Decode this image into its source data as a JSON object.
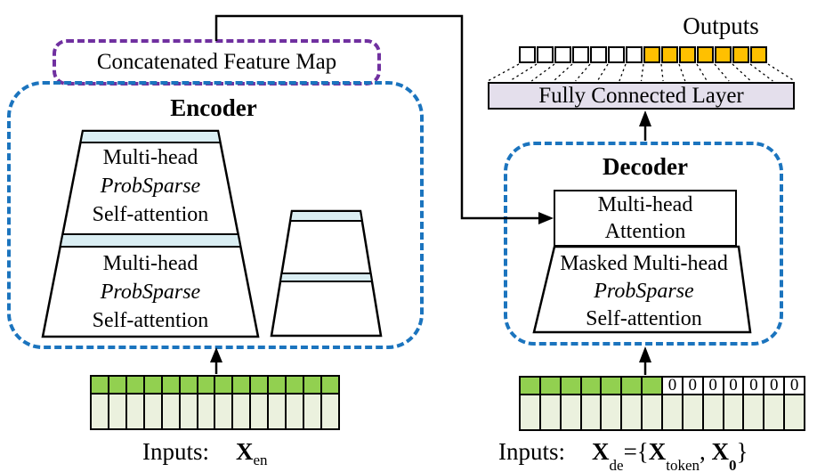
{
  "colors": {
    "green": "#92d050",
    "pale_green": "#ebf1de",
    "light_blue": "#daeef3",
    "lavender": "#e4dfec",
    "orange": "#ffc000",
    "blue_dash": "#1b74be",
    "purple_dash": "#7030a0"
  },
  "concat": {
    "label": "Concatenated Feature Map"
  },
  "encoder": {
    "title": "Encoder",
    "stack1": {
      "line1": "Multi-head",
      "line2": "ProbSparse",
      "line3": "Self-attention"
    },
    "stack2": {
      "line1": "Multi-head",
      "line2": "ProbSparse",
      "line3": "Self-attention"
    }
  },
  "decoder": {
    "title": "Decoder",
    "attention": {
      "line1": "Multi-head",
      "line2": "Attention"
    },
    "masked": {
      "line1": "Masked Multi-head",
      "line2": "ProbSparse",
      "line3": "Self-attention"
    }
  },
  "output": {
    "label": "Outputs",
    "fc_label": "Fully Connected Layer",
    "white_cells": 7,
    "orange_cells": 7
  },
  "encoder_input": {
    "label": "Inputs:",
    "symbol": "X",
    "subscript": "en",
    "columns": 14
  },
  "decoder_input": {
    "label": "Inputs:",
    "green_cells": 7,
    "zero_cells": 7,
    "zero_char": "0",
    "formula": [
      {
        "text": "X",
        "bold": true
      },
      {
        "text": "de",
        "sub": true
      },
      {
        "text": "="
      },
      {
        "text": "{"
      },
      {
        "text": "X",
        "bold": true
      },
      {
        "text": "token",
        "sub": true
      },
      {
        "text": ", "
      },
      {
        "text": "X",
        "bold": true
      },
      {
        "text": "0",
        "sub": true,
        "bold": true
      },
      {
        "text": "}"
      }
    ]
  }
}
